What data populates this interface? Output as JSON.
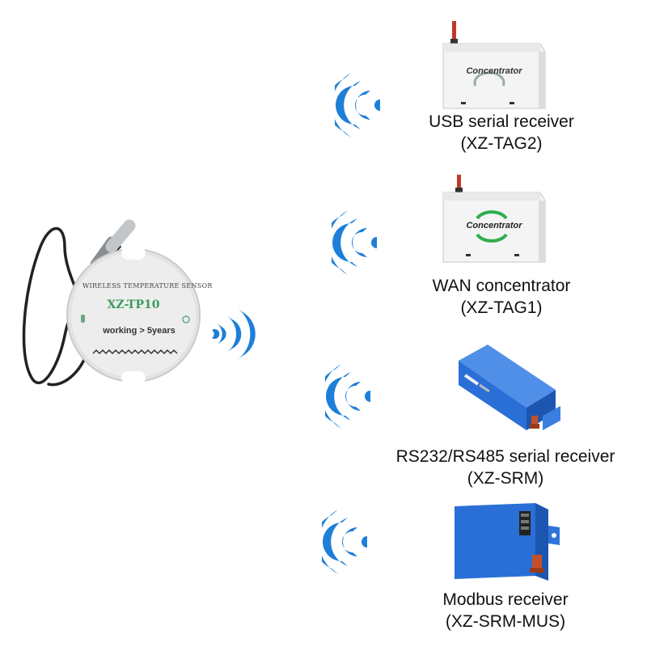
{
  "sensor": {
    "label_top": "WIRELESS TEMPERATURE SENSOR",
    "model": "XZ-TP10",
    "working": "working > 5years"
  },
  "receivers": [
    {
      "device_text": "Concentrator",
      "name": "USB serial receiver",
      "model": "(XZ-TAG2)"
    },
    {
      "device_text": "Concentrator",
      "name": "WAN concentrator",
      "model": "(XZ-TAG1)"
    },
    {
      "name": "RS232/RS485 serial receiver",
      "model": "(XZ-SRM)"
    },
    {
      "name": "Modbus receiver",
      "model": "(XZ-SRM-MUS)"
    }
  ],
  "colors": {
    "signal": "#1e7fd8",
    "receiver_blue": "#2a6fd6",
    "concentrator_green": "#2fae4e",
    "sensor_text_green": "#3c9a5a"
  },
  "icons": [
    "wifi-signal-icon",
    "antenna-icon"
  ]
}
